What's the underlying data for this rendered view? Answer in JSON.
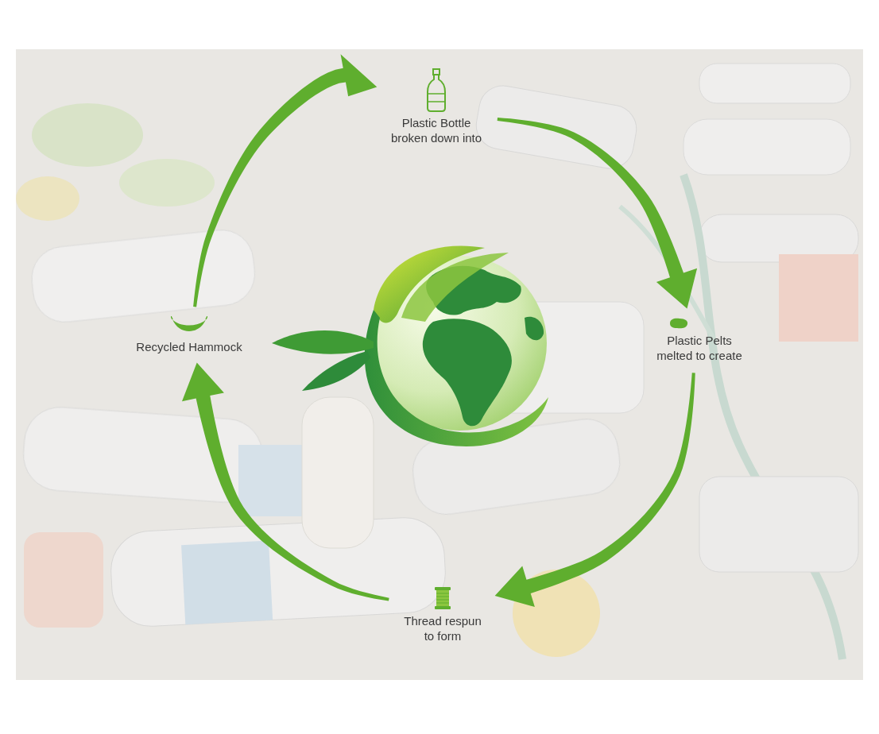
{
  "diagram": {
    "nodes": [
      {
        "text": [
          "Plastic Bottle broken down into"
        ]
      },
      {
        "text": [
          "Plastic Pelts melted to create"
        ]
      },
      {
        "text": [
          "Thread respun to form"
        ]
      },
      {
        "text": [
          "Recycled Hammock"
        ]
      }
    ],
    "edges": [
      {
        "from": 0,
        "to": 1,
        "arrow": "to"
      },
      {
        "from": 1,
        "to": 2,
        "arrow": "to"
      },
      {
        "from": 2,
        "to": 3,
        "arrow": "to"
      },
      {
        "from": 3,
        "to": 0,
        "arrow": "to"
      }
    ]
  }
}
